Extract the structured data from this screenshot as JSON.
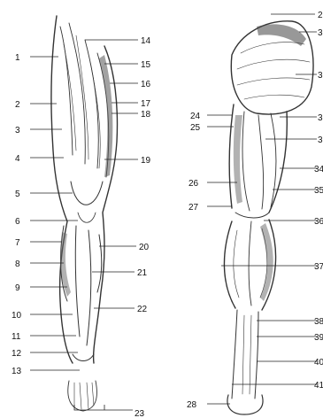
{
  "figure": {
    "left_leg_labels": [
      "1",
      "2",
      "3",
      "4",
      "5",
      "6",
      "7",
      "8",
      "9",
      "10",
      "11",
      "12",
      "13",
      "14",
      "15",
      "16",
      "17",
      "18",
      "19",
      "20",
      "21",
      "22",
      "23"
    ],
    "right_leg_labels": [
      "24",
      "25",
      "26",
      "27",
      "28",
      "2",
      "3",
      "3",
      "3",
      "3",
      "34",
      "35",
      "36",
      "37",
      "38",
      "39",
      "40",
      "41"
    ]
  }
}
